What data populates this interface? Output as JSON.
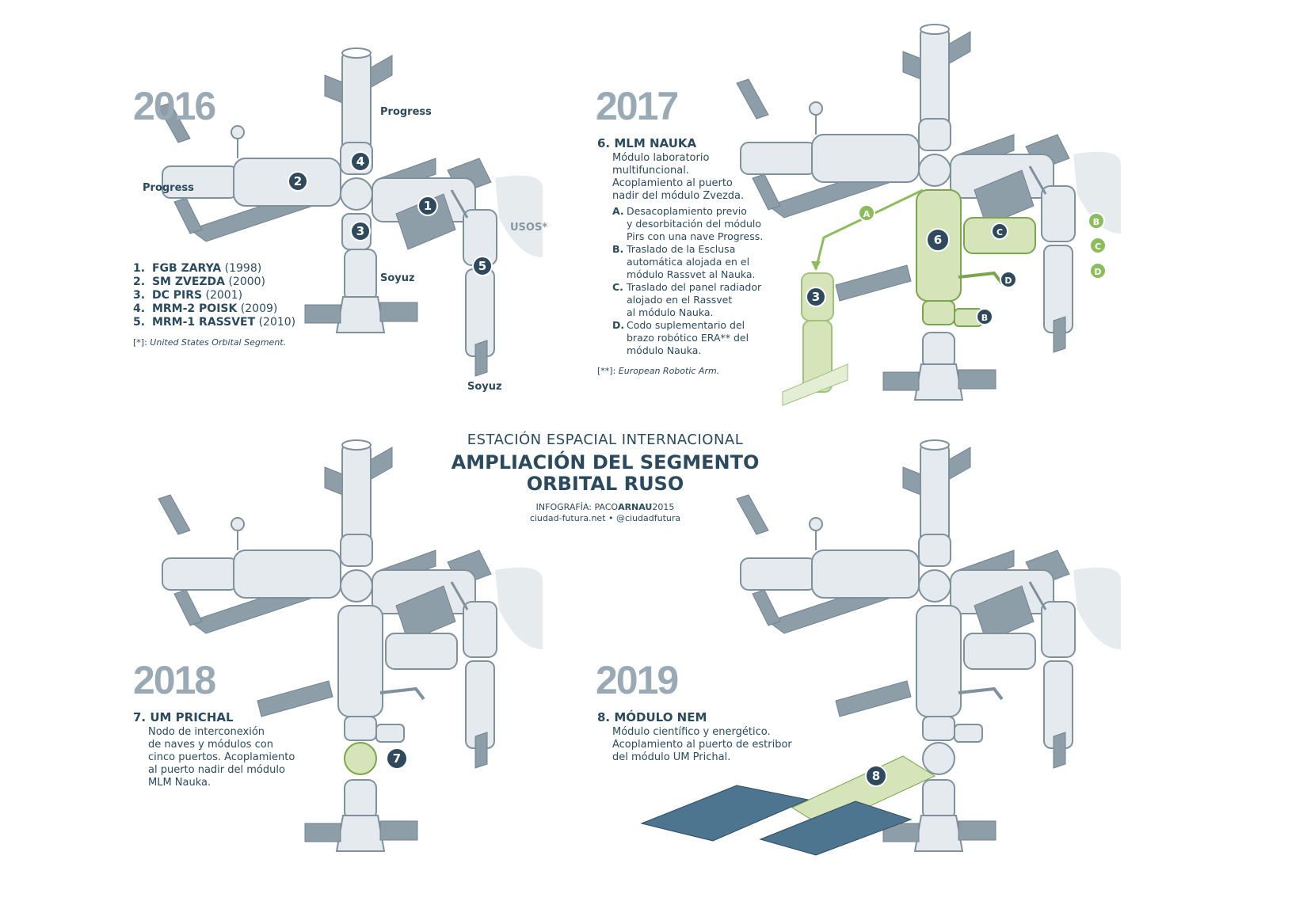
{
  "colors": {
    "text": "#2b4a5d",
    "year": "#9aaab4",
    "module": "#e4eaed",
    "stroke": "#7f919c",
    "panel": "#8d9ea8",
    "green": "#8cbc5c",
    "green_fill": "#d6e5b9",
    "badge": "#2f4a5c"
  },
  "title": {
    "overline": "ESTACIÓN ESPACIAL INTERNACIONAL",
    "line1": "AMPLIACIÓN DEL SEGMENTO",
    "line2": "ORBITAL RUSO",
    "credit_prefix": "INFOGRAFÍA: PACO",
    "credit_name": "ARNAU",
    "credit_year": "2015",
    "site": "ciudad-futura.net • @ciudadfutura"
  },
  "p2016": {
    "year": "2016",
    "labels": {
      "progress_top": "Progress",
      "progress_left": "Progress",
      "soyuz_center": "Soyuz",
      "soyuz_right": "Soyuz",
      "usos": "USOS*"
    },
    "badges": [
      "1",
      "2",
      "3",
      "4",
      "5"
    ],
    "modules": [
      {
        "num": "1.",
        "name": "FGB ZARYA",
        "year": "(1998)"
      },
      {
        "num": "2.",
        "name": "SM ZVEZDA",
        "year": "(2000)"
      },
      {
        "num": "3.",
        "name": "DC PIRS",
        "year": "(2001)"
      },
      {
        "num": "4.",
        "name": "MRM-2 POISK",
        "year": "(2009)"
      },
      {
        "num": "5.",
        "name": "MRM-1 RASSVET",
        "year": "(2010)"
      }
    ],
    "note_key": "[*]: ",
    "note_text": "United States Orbital Segment."
  },
  "p2017": {
    "year": "2017",
    "heading": "6. MLM NAUKA",
    "desc": [
      "Módulo laboratorio",
      "multifuncional.",
      "Acoplamiento al puerto",
      "nadir del módulo Zvezda."
    ],
    "steps": [
      {
        "key": "A.",
        "lines": [
          "Desacoplamiento previo",
          "y desorbitación del módulo",
          "Pirs con una nave Progress."
        ]
      },
      {
        "key": "B.",
        "lines": [
          "Traslado de la Esclusa",
          "automática alojada en el",
          "módulo Rassvet al Nauka."
        ]
      },
      {
        "key": "C.",
        "lines": [
          "Traslado del panel radiador",
          "alojado en el Rassvet",
          "al módulo Nauka."
        ]
      },
      {
        "key": "D.",
        "lines": [
          "Codo suplementario del",
          "brazo robótico ERA** del",
          "módulo Nauka."
        ]
      }
    ],
    "note_key": "[**]: ",
    "note_text": "European Robotic Arm.",
    "badges": {
      "main": "6",
      "pirs": "3",
      "a": "A",
      "b_green": "B",
      "c_green": "C",
      "d_green": "D",
      "c_dark": "C",
      "d_dark": "D",
      "b_dark": "B"
    }
  },
  "p2018": {
    "year": "2018",
    "heading": "7. UM PRICHAL",
    "desc": [
      "Nodo de interconexión",
      "de naves y módulos con",
      "cinco puertos. Acoplamiento",
      "al puerto nadir del módulo",
      "MLM Nauka."
    ],
    "badge": "7"
  },
  "p2019": {
    "year": "2019",
    "heading": "8. MÓDULO NEM",
    "desc": [
      "Módulo científico y energético.",
      "Acoplamiento al puerto de estribor",
      "del módulo UM Prichal."
    ],
    "badge": "8"
  }
}
